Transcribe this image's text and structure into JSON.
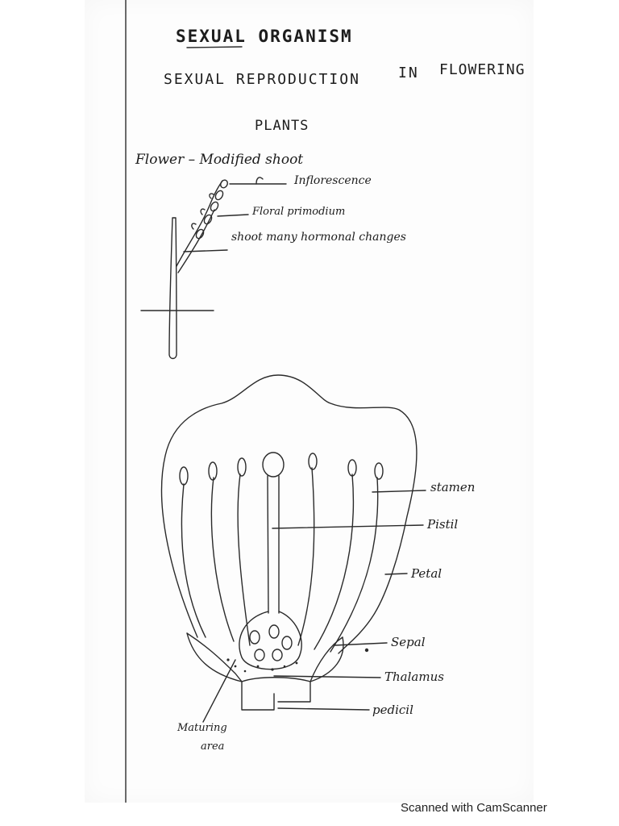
{
  "notes": {
    "heading": "SEXUAL ORGANISM",
    "subheading_part1": "SEXUAL REPRODUCTION",
    "subheading_part2": "IN",
    "subheading_part3": "FLOWERING",
    "subheading_part4": "PLANTS",
    "flower_definition": "Flower – Modified shoot"
  },
  "shoot_diagram": {
    "labels": {
      "inflorescence": "Inflorescence",
      "floral_primordium": "Floral primodium",
      "shoot": "shoot many hormonal changes"
    }
  },
  "flower_diagram": {
    "labels": {
      "stamen": "stamen",
      "pistil": "Pistil",
      "petal": "Petal",
      "sepal": "Sepal",
      "thalamus": "Thalamus",
      "pedicel": "pedicil",
      "maturing_area_line1": "Maturing",
      "maturing_area_line2": "area"
    }
  },
  "footer": {
    "watermark": "Scanned with CamScanner"
  }
}
